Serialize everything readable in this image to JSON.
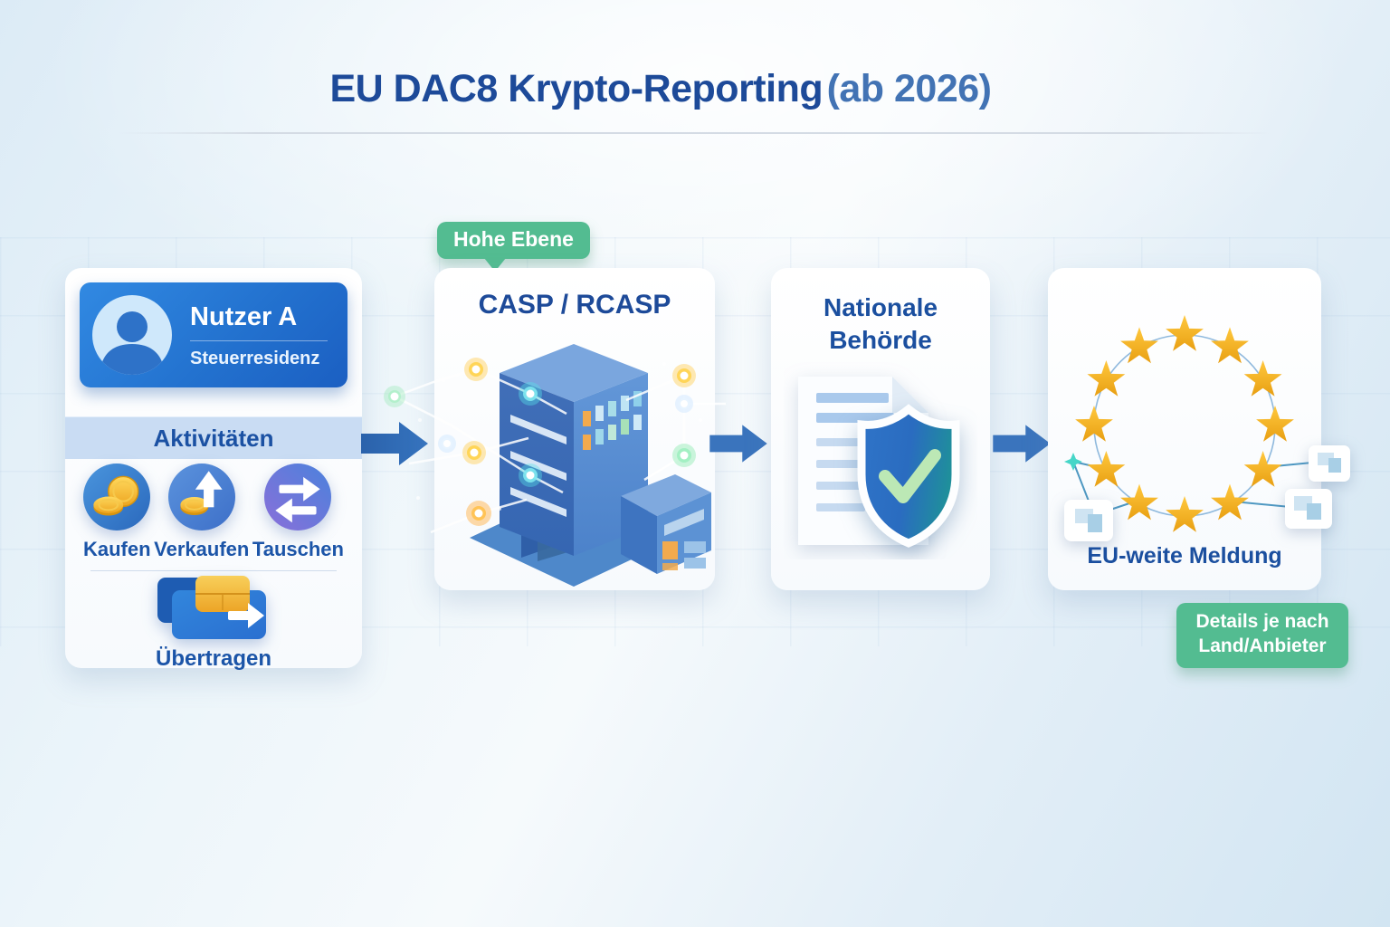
{
  "header": {
    "title": "EU DAC8 Krypto-Reporting",
    "subtitle": "(ab 2026)"
  },
  "user_panel": {
    "name": "Nutzer A",
    "residence_label": "Steuerresidenz",
    "activities_header": "Aktivitäten",
    "activities": [
      {
        "label": "Kaufen",
        "icon": "coins-icon"
      },
      {
        "label": "Verkaufen",
        "icon": "coin-up-arrow-icon"
      },
      {
        "label": "Tauschen",
        "icon": "swap-arrows-icon"
      }
    ],
    "transfer_label": "Übertragen",
    "transfer_icon": "wallet-transfer-icon"
  },
  "casp_panel": {
    "badge": "Hohe Ebene",
    "title": "CASP / RCASP",
    "illustration": "office-building-network"
  },
  "authority_panel": {
    "title": "Nationale Behörde",
    "illustration": "document-shield-check"
  },
  "eu_panel": {
    "label": "EU-weite Meldung",
    "badge": "Details je nach Land/Anbieter",
    "illustration": "eu-star-circle-network",
    "star_count": 12
  },
  "colors": {
    "title_blue": "#1d4a99",
    "subtitle_blue": "#4273b4",
    "label_blue": "#1c55a8",
    "arrow_blue": "#2d68b2",
    "badge_green": "#53bc91",
    "card_blue": "#2372cf",
    "band_blue": "#c9dcf3",
    "star_gold": "#f2b125"
  }
}
